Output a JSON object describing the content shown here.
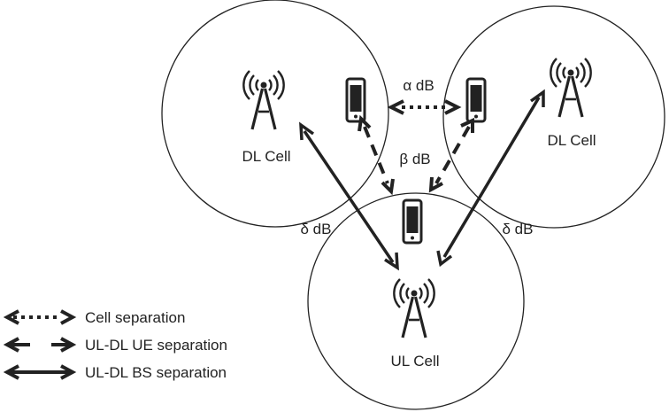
{
  "cells": {
    "left": {
      "label": "DL Cell"
    },
    "right": {
      "label": "DL Cell"
    },
    "bottom": {
      "label": "UL Cell"
    }
  },
  "links": {
    "ue_ue": {
      "label": "α dB",
      "type": "Cell separation"
    },
    "ue_ul_ue": {
      "label": "β dB",
      "type": "UL-DL UE separation"
    },
    "bs_left": {
      "label": "δ dB",
      "type": "UL-DL BS separation"
    },
    "bs_right": {
      "label": "δ dB",
      "type": "UL-DL BS separation"
    }
  },
  "legend": {
    "items": [
      {
        "label": "Cell separation",
        "style": "dotted"
      },
      {
        "label": "UL-DL UE separation",
        "style": "dashed"
      },
      {
        "label": "UL-DL BS separation",
        "style": "solid"
      }
    ]
  },
  "colors": {
    "stroke": "#222222",
    "background": "#ffffff"
  },
  "icons": [
    "cell-tower-icon",
    "mobile-phone-icon"
  ]
}
